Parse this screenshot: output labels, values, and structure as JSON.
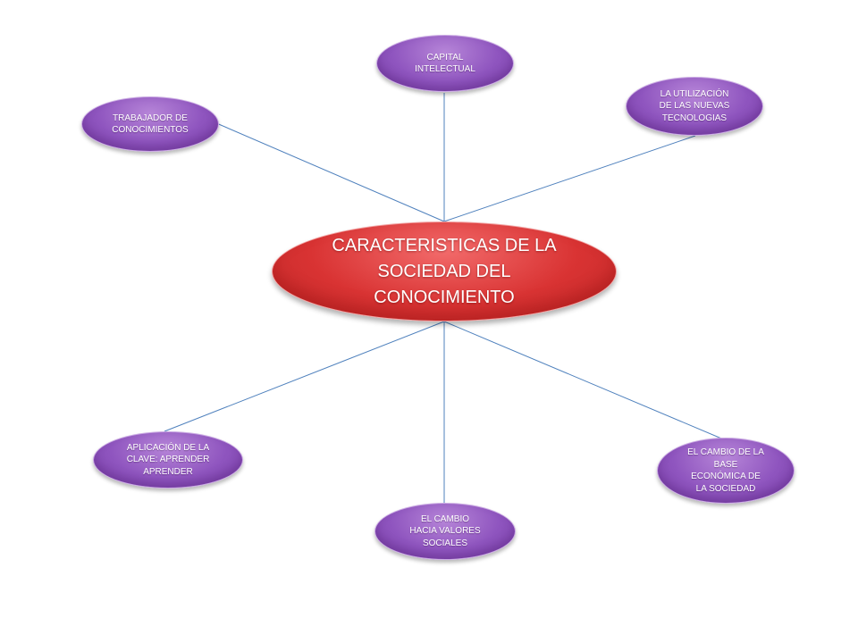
{
  "diagram": {
    "center": {
      "label": "CARACTERISTICAS DE LA\nSOCIEDAD DEL\nCONOCIMIENTO"
    },
    "nodes": {
      "capital": {
        "label": "CAPITAL\nINTELECTUAL"
      },
      "tecnologias": {
        "label": "LA UTILIZACIÓN\nDE LAS NUEVAS\nTECNOLOGIAS"
      },
      "trabajador": {
        "label": "TRABAJADOR DE\nCONOCIMIENTOS"
      },
      "aplicacion": {
        "label": "APLICACIÓN DE LA\nCLAVE: APRENDER\nAPRENDER"
      },
      "valores": {
        "label": "EL CAMBIO\nHACIA VALORES\nSOCIALES"
      },
      "base": {
        "label": "EL CAMBIO DE LA\nBASE\nECONÓMICA DE\nLA SOCIEDAD"
      }
    },
    "colors": {
      "center_fill": "#d93333",
      "node_fill": "#8f55bf",
      "connector": "#4f81bd",
      "text": "#ffffff"
    }
  }
}
